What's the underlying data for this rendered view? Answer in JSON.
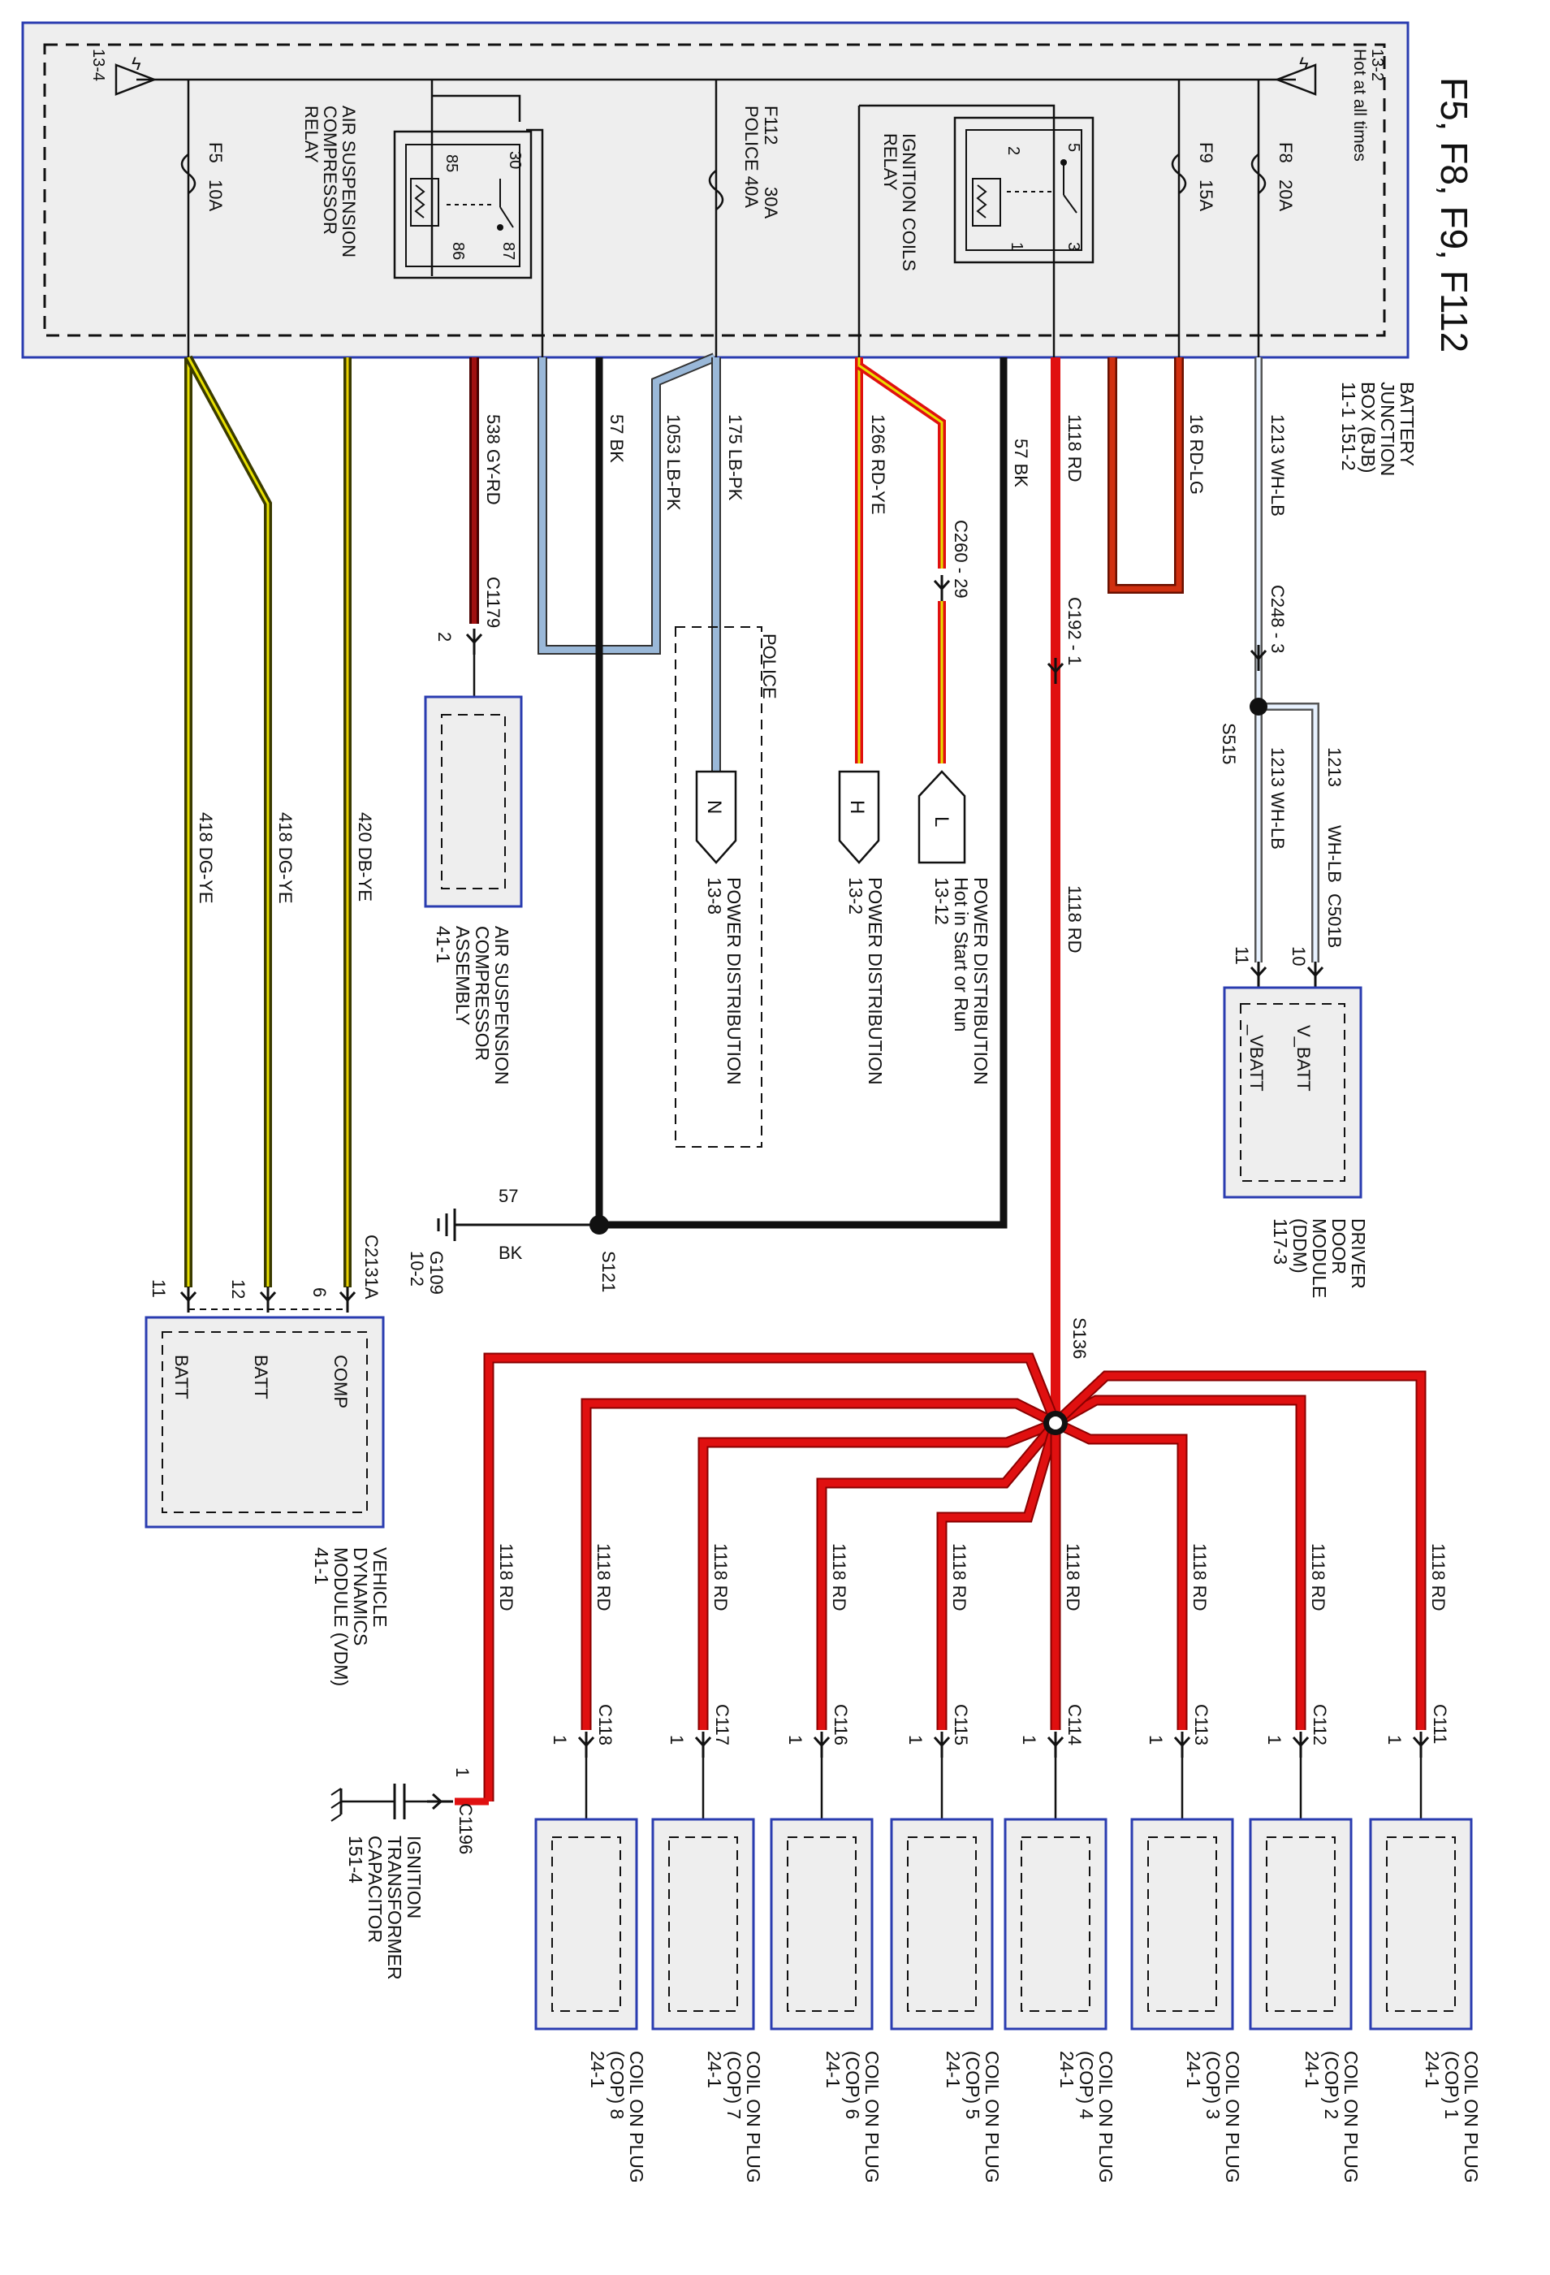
{
  "title": "F5, F8, F9, F112",
  "bjb": {
    "label": [
      "BATTERY",
      "JUNCTION",
      "BOX (BJB)",
      "11-1  151-2"
    ],
    "hot_at_all_times": "Hot at all times",
    "ref_left": "13-4",
    "ref_right": "13-2"
  },
  "fuses": {
    "f5": {
      "name": "F5",
      "rating": "10A"
    },
    "f112": {
      "name": "F112",
      "rating": "30A",
      "police": "POLICE 40A"
    },
    "f9": {
      "name": "F9",
      "rating": "15A"
    },
    "f8": {
      "name": "F8",
      "rating": "20A"
    }
  },
  "relays": {
    "air": {
      "label": [
        "AIR SUSPENSION",
        "COMPRESSOR",
        "RELAY"
      ],
      "pins": [
        "30",
        "85",
        "86",
        "87"
      ]
    },
    "ign": {
      "label": [
        "IGNITION COILS",
        "RELAY"
      ],
      "pins": [
        "2",
        "5",
        "1",
        "3"
      ]
    }
  },
  "wires": {
    "w538": "538   GY-RD",
    "w57a": "57   BK",
    "w1053": "1053   LB-PK",
    "w175": "175   LB-PK",
    "w1266": "1266   RD-YE",
    "w57b": "57   BK",
    "w1118": "1118   RD",
    "w16": "16   RD-LG",
    "w1213": "1213   WH-LB",
    "w1213b": "1213   WH-LB",
    "w1213c": "1213",
    "w1213c2": "WH-LB",
    "w418a": "418   DG-YE",
    "w418b": "418   DG-YE",
    "w420": "420   DB-YE",
    "w1118b": "1118   RD",
    "w57c_num": "57",
    "w57c_color": "BK"
  },
  "connectors": {
    "c1179": "C1179",
    "c1179_pin": "2",
    "c260": "C260 - 29",
    "c192": "C192 - 1",
    "c248": "C248 - 3",
    "s515": "S515",
    "c501b": "C501B",
    "c501b_pin10": "10",
    "c501b_pin11": "11",
    "s121": "S121",
    "s136": "S136",
    "c2131a": "C2131A",
    "c2131a_pins": [
      "6",
      "12",
      "11"
    ],
    "c1196": "C1196",
    "c1196_pin": "1",
    "g109": "G109",
    "g109_ref": "10-2"
  },
  "components": {
    "air_comp": [
      "AIR SUSPENSION",
      "COMPRESSOR",
      "ASSEMBLY",
      "41-1"
    ],
    "police_box": "POLICE",
    "pd_n": [
      "POWER DISTRIBUTION",
      "13-8"
    ],
    "pd_h": [
      "POWER DISTRIBUTION",
      "13-2"
    ],
    "pd_l": [
      "POWER DISTRIBUTION",
      "Hot in Start or Run",
      "13-12"
    ],
    "pd_letters": {
      "n": "N",
      "h": "H",
      "l": "L"
    },
    "ddm": [
      "DRIVER",
      "DOOR",
      "MODULE",
      "(DDM)",
      "117-3"
    ],
    "ddm_pins": [
      "V_BATT",
      "_VBATT"
    ],
    "vdm": [
      "VEHICLE",
      "DYNAMICS",
      "MODULE (VDM)",
      "41-1"
    ],
    "vdm_pins": [
      "COMP",
      "BATT",
      "BATT"
    ],
    "cap": [
      "IGNITION",
      "TRANSFORMER",
      "CAPACITOR",
      "151-4"
    ]
  },
  "coils": [
    {
      "connector": "C111",
      "label": "COIL ON PLUG",
      "sub": "(COP) 1",
      "ref": "24-1",
      "pin": "1"
    },
    {
      "connector": "C112",
      "label": "COIL ON PLUG",
      "sub": "(COP) 2",
      "ref": "24-1",
      "pin": "1"
    },
    {
      "connector": "C113",
      "label": "COIL ON PLUG",
      "sub": "(COP) 3",
      "ref": "24-1",
      "pin": "1"
    },
    {
      "connector": "C114",
      "label": "COIL ON PLUG",
      "sub": "(COP) 4",
      "ref": "24-1",
      "pin": "1"
    },
    {
      "connector": "C115",
      "label": "COIL ON PLUG",
      "sub": "(COP) 5",
      "ref": "24-1",
      "pin": "1"
    },
    {
      "connector": "C116",
      "label": "COIL ON PLUG",
      "sub": "(COP) 6",
      "ref": "24-1",
      "pin": "1"
    },
    {
      "connector": "C117",
      "label": "COIL ON PLUG",
      "sub": "(COP) 7",
      "ref": "24-1",
      "pin": "1"
    },
    {
      "connector": "C118",
      "label": "COIL ON PLUG",
      "sub": "(COP) 8",
      "ref": "24-1",
      "pin": "1"
    }
  ],
  "colors": {
    "red": "#e01010",
    "black": "#111111",
    "lightblue": "#9ab8d8",
    "yellow": "#e8e000",
    "olive": "#3a3a00",
    "box": "#eeeeee",
    "border": "#2a3cb0"
  }
}
